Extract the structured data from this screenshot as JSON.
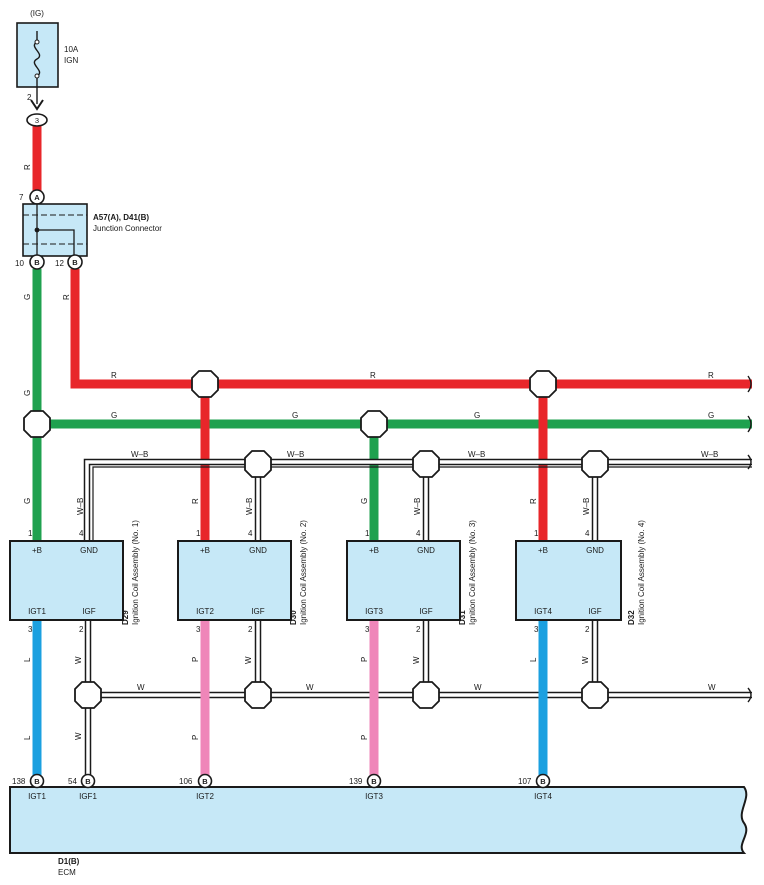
{
  "fuse": {
    "source": "(IG)",
    "rating": "10A",
    "name": "IGN",
    "pin_out": "2",
    "connector_pin": "3"
  },
  "junction": {
    "code": "A57(A), D41(B)",
    "name": "Junction Connector",
    "pin_in_num": "7",
    "pin_in_conn": "A",
    "pin_out1_num": "10",
    "pin_out1_conn": "B",
    "pin_out2_num": "12",
    "pin_out2_conn": "B"
  },
  "wire_colors": {
    "red": "#e8262a",
    "green": "#1fa14f",
    "blue": "#1ba0e0",
    "pink": "#ef86b9",
    "white": "#ffffff",
    "outline": "#1a1a1a",
    "box_fill": "#c6e8f7"
  },
  "wire_labels": {
    "red": "R",
    "green": "G",
    "white_black": "W–B",
    "white": "W",
    "blue": "L",
    "pink": "P"
  },
  "coils": [
    {
      "code": "D29",
      "name": "Ignition Coil Assembly (No. 1)",
      "plus_label": "+B",
      "gnd_label": "GND",
      "igt_label": "IGT1",
      "igf_label": "IGF",
      "pin_plus": "1",
      "pin_gnd": "4",
      "pin_igt": "3",
      "pin_igf": "2",
      "supply_color": "G",
      "signal_color": "L"
    },
    {
      "code": "D30",
      "name": "Ignition Coil Assembly (No. 2)",
      "plus_label": "+B",
      "gnd_label": "GND",
      "igt_label": "IGT2",
      "igf_label": "IGF",
      "pin_plus": "1",
      "pin_gnd": "4",
      "pin_igt": "3",
      "pin_igf": "2",
      "supply_color": "R",
      "signal_color": "P"
    },
    {
      "code": "D31",
      "name": "Ignition Coil Assembly (No. 3)",
      "plus_label": "+B",
      "gnd_label": "GND",
      "igt_label": "IGT3",
      "igf_label": "IGF",
      "pin_plus": "1",
      "pin_gnd": "4",
      "pin_igt": "3",
      "pin_igf": "2",
      "supply_color": "G",
      "signal_color": "P"
    },
    {
      "code": "D32",
      "name": "Ignition Coil Assembly (No. 4)",
      "plus_label": "+B",
      "gnd_label": "GND",
      "igt_label": "IGT4",
      "igf_label": "IGF",
      "pin_plus": "1",
      "pin_gnd": "4",
      "pin_igt": "3",
      "pin_igf": "2",
      "supply_color": "R",
      "signal_color": "L"
    }
  ],
  "ecm": {
    "code": "D1(B)",
    "name": "ECM",
    "pins": [
      {
        "num": "138",
        "conn": "B",
        "label": "IGT1"
      },
      {
        "num": "54",
        "conn": "B",
        "label": "IGF1"
      },
      {
        "num": "106",
        "conn": "B",
        "label": "IGT2"
      },
      {
        "num": "139",
        "conn": "B",
        "label": "IGT3"
      },
      {
        "num": "107",
        "conn": "B",
        "label": "IGT4"
      }
    ]
  }
}
